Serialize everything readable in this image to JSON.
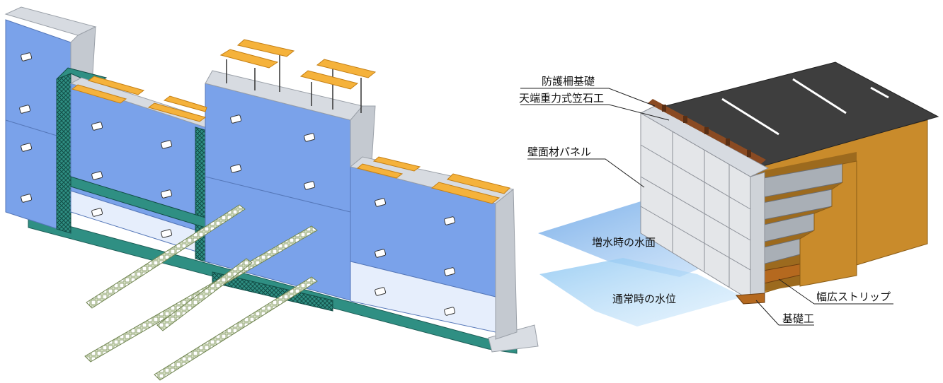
{
  "labels": {
    "guardrail_foundation": "防護柵基礎",
    "coping": "天端重力式笠石工",
    "wall_panel": "壁面材パネル",
    "flood_water_level": "増水時の水面",
    "normal_water_level": "通常時の水位",
    "wide_strip": "幅広ストリップ",
    "foundation": "基礎工"
  },
  "colors": {
    "panel_blue": "#7aa2ea",
    "panel_light": "#e6eefc",
    "joint_green": "#2f8f83",
    "pad_orange": "#f5b23b",
    "asphalt": "#3e3e3e",
    "soil": "#c98b2b",
    "water": "#7fb7ec",
    "rail_brown": "#8a4a22"
  }
}
